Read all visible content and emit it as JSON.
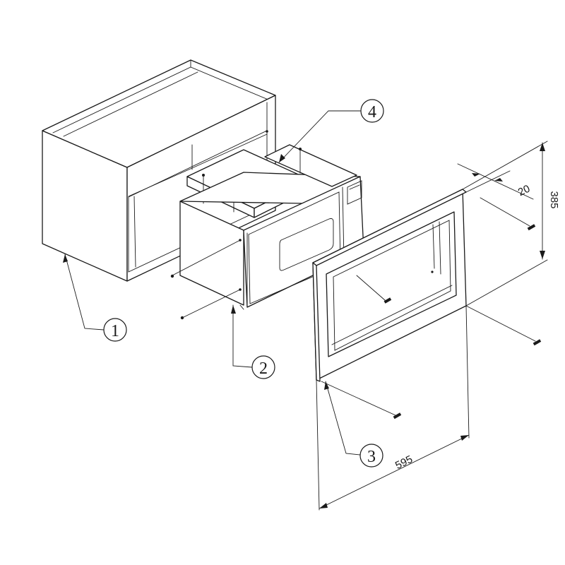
{
  "callouts": [
    {
      "id": "1",
      "label": "1"
    },
    {
      "id": "2",
      "label": "2"
    },
    {
      "id": "3",
      "label": "3"
    },
    {
      "id": "4",
      "label": "4"
    }
  ],
  "dimensions": {
    "width": "595",
    "height": "385",
    "depth": "20"
  },
  "colors": {
    "line": "#1a1a1a",
    "background": "#ffffff"
  }
}
